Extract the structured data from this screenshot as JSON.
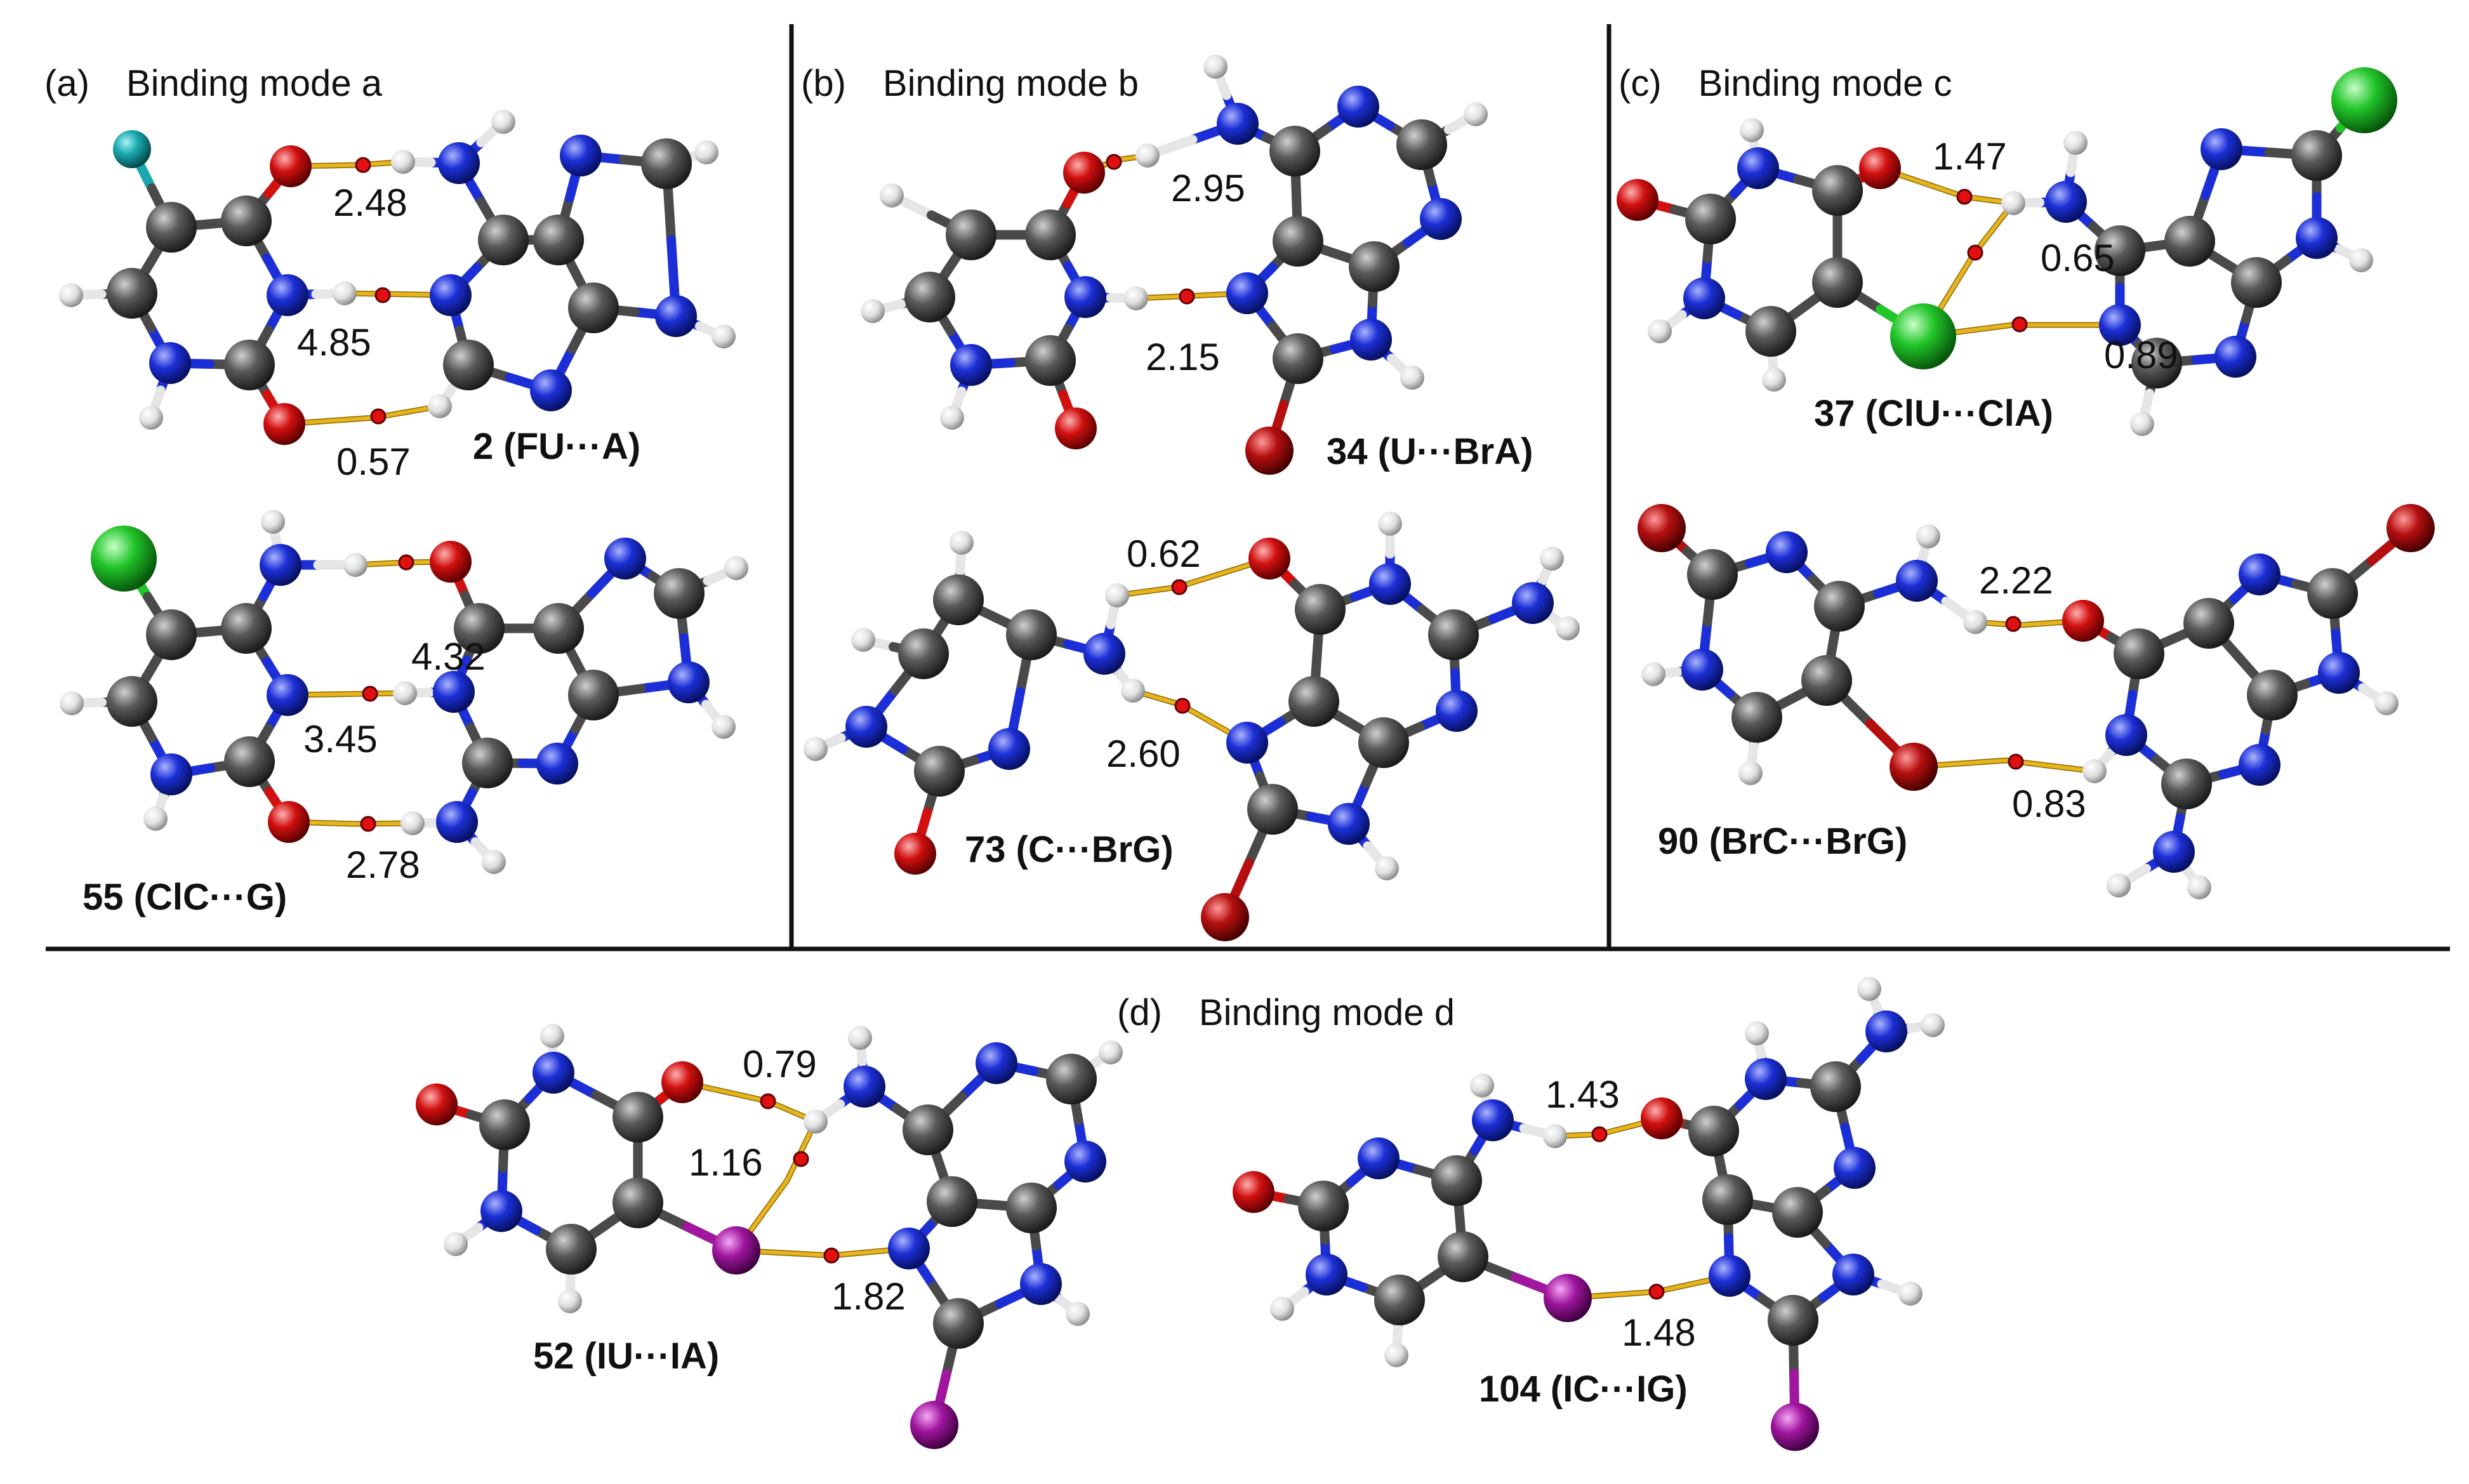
{
  "colors": {
    "carbon": "#4a4a4a",
    "nitrogen": "#1c2fd6",
    "oxygen": "#d11010",
    "hydrogen": "#e6e6e6",
    "fluorine": "#1aa7ad",
    "chlorine": "#22c52a",
    "bromine": "#b50f0f",
    "iodine": "#a0169e",
    "bond_path": "#e8b41c",
    "critical_point": "#e01010",
    "divider": "#111111"
  },
  "panels": {
    "a": {
      "letter": "(a)",
      "mode": "Binding mode a"
    },
    "b": {
      "letter": "(b)",
      "mode": "Binding mode b"
    },
    "c": {
      "letter": "(c)",
      "mode": "Binding mode c"
    },
    "d": {
      "letter": "(d)",
      "mode": "Binding mode d"
    }
  },
  "complexes": {
    "c2": {
      "num": "2",
      "name": "(FU···A)",
      "values": [
        "2.48",
        "4.85",
        "0.57"
      ]
    },
    "c55": {
      "num": "55",
      "name": "(ClC···G)",
      "values": [
        "4.32",
        "3.45",
        "2.78"
      ]
    },
    "c34": {
      "num": "34",
      "name": "(U···BrA)",
      "values": [
        "2.95",
        "2.15"
      ]
    },
    "c73": {
      "num": "73",
      "name": "(C···BrG)",
      "values": [
        "0.62",
        "2.60"
      ]
    },
    "c37": {
      "num": "37",
      "name": "(ClU···ClA)",
      "values": [
        "1.47",
        "0.65",
        "0.89"
      ]
    },
    "c90": {
      "num": "90",
      "name": "(BrC···BrG)",
      "values": [
        "2.22",
        "0.83"
      ]
    },
    "c52": {
      "num": "52",
      "name": "(IU···IA)",
      "values": [
        "0.79",
        "1.16",
        "1.82"
      ]
    },
    "c104": {
      "num": "104",
      "name": "(IC···IG)",
      "values": [
        "1.43",
        "1.48"
      ]
    }
  }
}
